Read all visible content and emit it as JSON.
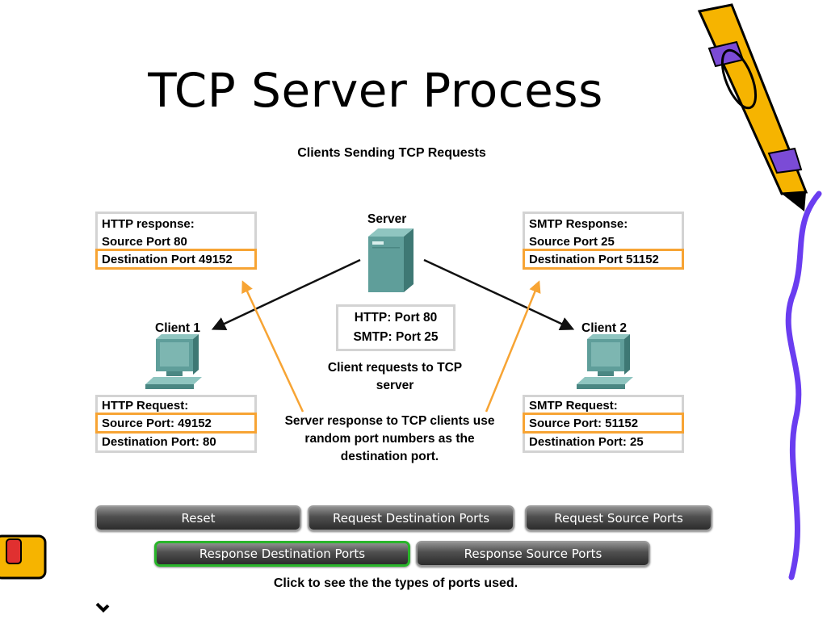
{
  "slide": {
    "title": "TCP Server Process"
  },
  "diagram": {
    "title": "Clients Sending TCP Requests",
    "server_label": "Server",
    "client1_label": "Client 1",
    "client2_label": "Client 2",
    "ports_box": {
      "line1": "HTTP: Port 80",
      "line2": "SMTP: Port 25"
    },
    "caption_client": {
      "line1": "Client requests to TCP",
      "line2": "server"
    },
    "caption_server": {
      "line1": "Server response to TCP clients use",
      "line2": "random port numbers as the",
      "line3": "destination port."
    },
    "http_response": {
      "heading": "HTTP response:",
      "source": "Source Port 80",
      "destination": "Destination Port 49152"
    },
    "smtp_response": {
      "heading": "SMTP Response:",
      "source": "Source Port 25",
      "destination": "Destination Port 51152"
    },
    "http_request": {
      "heading": "HTTP Request:",
      "source": "Source Port: 49152",
      "destination": "Destination Port: 80"
    },
    "smtp_request": {
      "heading": "SMTP Request:",
      "source": "Source Port: 51152",
      "destination": "Destination Port: 25"
    }
  },
  "controls": {
    "reset": "Reset",
    "request_destination": "Request Destination Ports",
    "request_source": "Request Source Ports",
    "response_destination": "Response Destination Ports",
    "response_source": "Response Source Ports",
    "active_button": "Response Destination Ports",
    "footer": "Click to see the the types of ports used."
  },
  "colors": {
    "highlight": "#f7a434",
    "active_border": "#29b52a",
    "device": "#5f9e9a",
    "pencil_body": "#f6b400",
    "pencil_accent": "#7b4bd6",
    "squiggle": "#6a3df0"
  }
}
